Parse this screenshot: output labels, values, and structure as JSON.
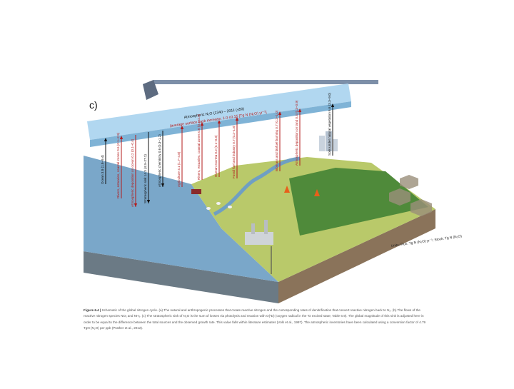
{
  "panel_label": "c)",
  "atmosphere": {
    "title": "Atmospheric N₂O (1340 – 2011 (±50)",
    "subtitle": "(average surface flask increase: 1.0 ±0.15 [Tg N (N₂O) yr⁻¹]"
  },
  "fluxes": [
    {
      "text": "Ocean 3.8 (1.8–9.4)",
      "color": "#111111"
    },
    {
      "text": "Rivers, estuaries, coastal zones 0.6 (0.1–2.9)",
      "color": "#b31b1b"
    },
    {
      "text": "Atmospheric deposition on ocean 0.2 (0.1–0.4)",
      "color": "#b31b1b"
    },
    {
      "text": "Stratospheric sink 14.3 (4.3–27.2)",
      "color": "#111111"
    },
    {
      "text": "Atmospheric chemistry 0.6 (0.3–1.2)",
      "color": "#111111"
    },
    {
      "text": "Agriculture 4.1 (1.7–4.8)",
      "color": "#b31b1b"
    },
    {
      "text": "Rivers, estuaries, coastal zones 0.6 (0.1–2.9)",
      "color": "#b31b1b"
    },
    {
      "text": "Human excreta 0.2 (0.1–0.3)",
      "color": "#b31b1b"
    },
    {
      "text": "Fossil fuel and industry 0.7 (0.2–1.8)",
      "color": "#b31b1b"
    },
    {
      "text": "Biomass and biofuel burning 0.7 (0.2–1.0)",
      "color": "#b31b1b"
    },
    {
      "text": "Atmospheric deposition on land 0.4 (0.3–0.9)",
      "color": "#b31b1b"
    },
    {
      "text": "Soils under natural vegetation 6.6 (3.3–9.0)",
      "color": "#111111"
    }
  ],
  "units_note": "Units: Flux: Tg N (N₂O) yr⁻¹; Stock: Tg N (N₂O)",
  "caption": {
    "label": "Figure 6.4 |",
    "text": "Schematic of the global nitrogen cycle. (a) The natural and anthropogenic processes that create reactive nitrogen and the corresponding rates of denitrification that convert reactive nitrogen back to N₂. (b) The flows of the reactive nitrogen species NOₓ and NH₃. (c) The stratospheric sink of N₂O is the sum of losses via photolysis and reaction with O(¹D) (oxygen radical in the ¹D excited state; Table 6.9). The global magnitude of this sink is adjusted here in order to be equal to the difference between the total sources and the observed growth rate. This value falls within literature estimates (Volk et al., 1997). The atmospheric inventories have been calculated using a conversion factor of 4.79 TgN (N₂O) per ppb (Prather et al., 2012)."
  }
}
